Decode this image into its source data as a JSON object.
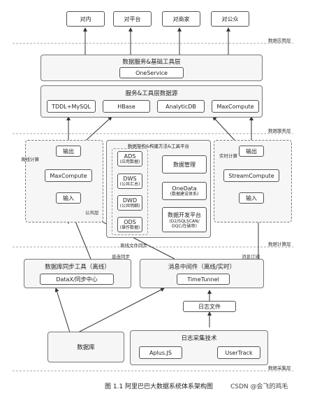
{
  "layers": {
    "app": "数据应用层",
    "service": "数据服务层",
    "compute": "数据计算层",
    "collect": "数据采集层"
  },
  "app_targets": [
    "对内",
    "对平台",
    "对商家",
    "对公众"
  ],
  "service_layer": {
    "title": "数据服务&基础工具层",
    "one_service": "OneService",
    "sources_title": "服务&工具层数据源",
    "sources": [
      "TDDL+MySQL",
      "HBase",
      "AnalyticDB",
      "MaxCompute"
    ]
  },
  "compute_layer": {
    "offline": {
      "label": "离线计算",
      "output": "输出",
      "engine": "MaxCompute",
      "input": "输入"
    },
    "platform": {
      "title": "数据架构&构建方法&工具平台",
      "tiers": [
        {
          "name": "ADS",
          "desc": "(应用数据)"
        },
        {
          "name": "DWS",
          "desc": "(公共汇总)"
        },
        {
          "name": "DWD",
          "desc": "(公共明细)"
        },
        {
          "name": "ODS",
          "desc": "(操作数据)"
        }
      ],
      "common_layer": "公共层",
      "data_mgmt": "数据管理",
      "onedata": "OneData",
      "onedata_desc": "(数据建设体系)",
      "dev_platform": "数据开发平台",
      "dev_platform_desc1": "(D2/SQLSCAN/",
      "dev_platform_desc2": "DQC/在破审)"
    },
    "realtime": {
      "label": "实时计算",
      "output": "输出",
      "engine": "StreamCompute",
      "input": "输入"
    },
    "offline_sync": "离线文件同步"
  },
  "collect_layer": {
    "direct_sync": "直连同步",
    "subscribe": "消息订阅",
    "db_sync_title": "数据库同步工具（离线）",
    "db_sync_tool": "DataX/同步中心",
    "mq_title": "消息中间件（离线/实时）",
    "mq_tool": "TimeTunnel",
    "log_file": "日志文件",
    "log_tech": "日志采集技术",
    "database": "数据库",
    "log_tools": [
      "Aplus.JS",
      "UserTrack"
    ]
  },
  "footer": {
    "caption": "图 1.1  阿里巴巴大数据系统体系架构图",
    "watermark": "CSDN @会飞的鸡毛"
  }
}
